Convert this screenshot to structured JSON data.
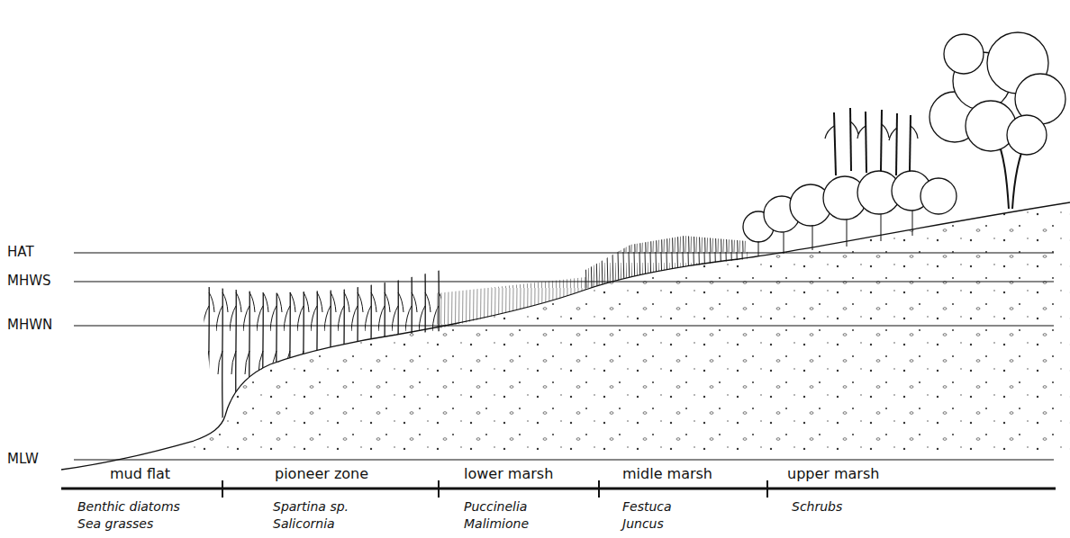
{
  "diagram": {
    "labels": [
      "HAT",
      "MHWS",
      "MHWN",
      "MLW",
      "mud flat",
      "pioneer zone",
      "lower marsh",
      "midle marsh",
      "upper marsh",
      "Benthic diatoms",
      "Sea grasses",
      "Spartina sp.",
      "Salicornia",
      "Puccinelia",
      "Malimione",
      "Festuca",
      "Juncus",
      "Schrubs"
    ]
  }
}
